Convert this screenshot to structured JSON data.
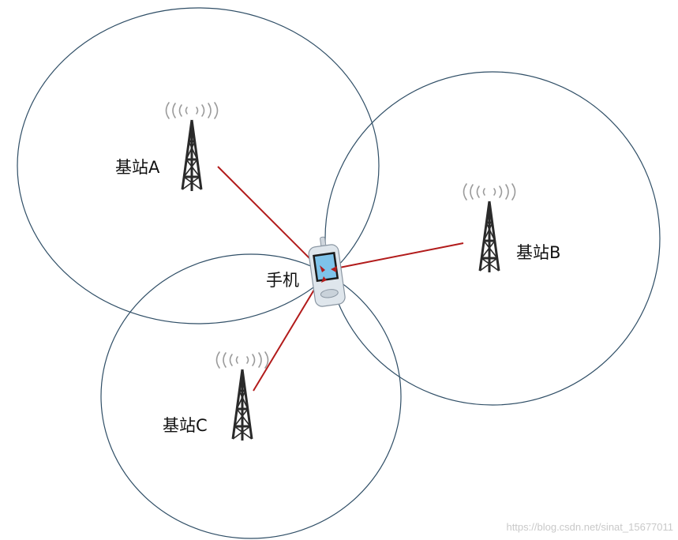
{
  "labels": {
    "station_a": "基站A",
    "station_b": "基站B",
    "station_c": "基站C",
    "phone": "手机"
  },
  "watermark": "https://blog.csdn.net/sinat_15677011",
  "colors": {
    "coverage_circle": "#2f4e66",
    "signal_line": "#b21b1b",
    "tower": "#2a2a2a",
    "phone_screen": "#7ec3ea"
  },
  "icons": {
    "tower": "cell-tower-icon",
    "phone": "mobile-phone-icon"
  }
}
